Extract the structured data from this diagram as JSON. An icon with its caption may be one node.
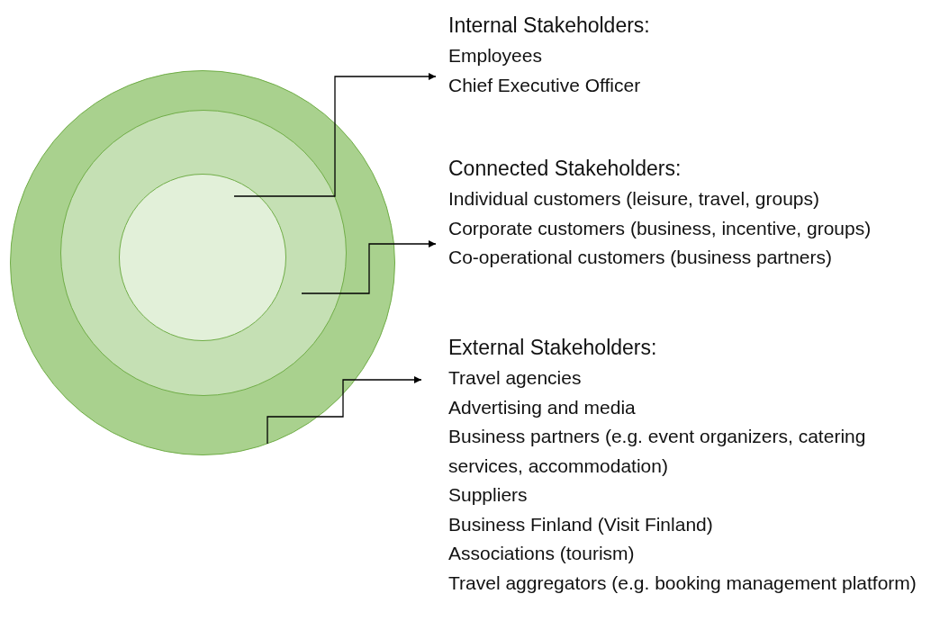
{
  "diagram": {
    "nodes": [
      {
        "text": [],
        "shape": "circle"
      },
      {
        "text": [],
        "shape": "circle",
        "in": 0
      },
      {
        "text": [],
        "shape": "circle",
        "in": 1
      },
      {
        "text": [
          "Internal Stakeholders:",
          "Employees",
          "Chief Executive Officer"
        ]
      },
      {
        "text": [
          "Connected Stakeholders:",
          "Individual customers (leisure, travel, groups)",
          "Corporate customers (business, incentive, groups)",
          "Co-operational customers (business partners)"
        ]
      },
      {
        "text": [
          "External Stakeholders:",
          "Travel agencies",
          "Advertising and media",
          "Business partners (e.g. event organizers, catering services, accommodation)",
          "Suppliers",
          "Business Finland (Visit Finland)",
          "Associations (tourism)",
          "Travel aggregators (e.g. booking management platform)"
        ]
      }
    ],
    "edges": [
      {
        "from": 2,
        "to": 3,
        "arrow": "to"
      },
      {
        "from": 1,
        "to": 4,
        "arrow": "to"
      },
      {
        "from": 0,
        "to": 5,
        "arrow": "to"
      }
    ]
  }
}
